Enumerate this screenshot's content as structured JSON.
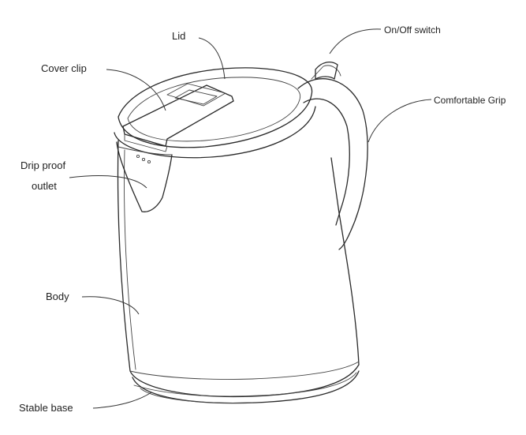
{
  "labels": {
    "lid": "Lid",
    "cover_clip": "Cover clip",
    "on_off_switch": "On/Off switch",
    "comfortable_grip": "Comfortable Grip",
    "drip_proof_line1": "Drip proof",
    "drip_proof_line2": "outlet",
    "body": "Body",
    "stable_base": "Stable base"
  },
  "colors": {
    "line": "#2a2a2a",
    "text": "#222222",
    "background": "#ffffff"
  }
}
